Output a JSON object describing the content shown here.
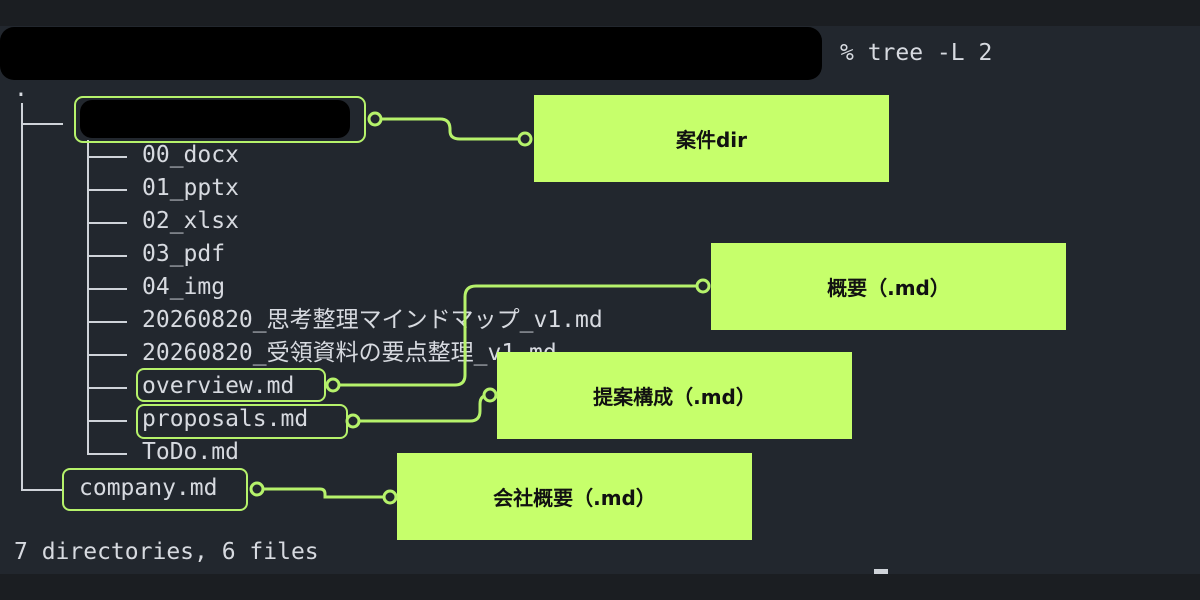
{
  "terminal": {
    "command": "% tree -L 2",
    "root": ".",
    "entries": [
      "00_docx",
      "01_pptx",
      "02_xlsx",
      "03_pdf",
      "04_img",
      "20260820_思考整理マインドマップ_v1.md",
      "20260820_受領資料の要点整理_v1.md",
      "overview.md",
      "proposals.md",
      "ToDo.md"
    ],
    "company_file": "company.md",
    "summary": "7 directories, 6 files"
  },
  "callouts": {
    "project_dir": "案件dir",
    "overview": "概要（.md）",
    "proposals": "提案構成（.md）",
    "company": "会社概要（.md）"
  },
  "colors": {
    "accent": "#c6ff6b",
    "outline": "#b6f26b",
    "background": "#22272e",
    "text": "#d7dae0",
    "redaction": "#000000"
  }
}
